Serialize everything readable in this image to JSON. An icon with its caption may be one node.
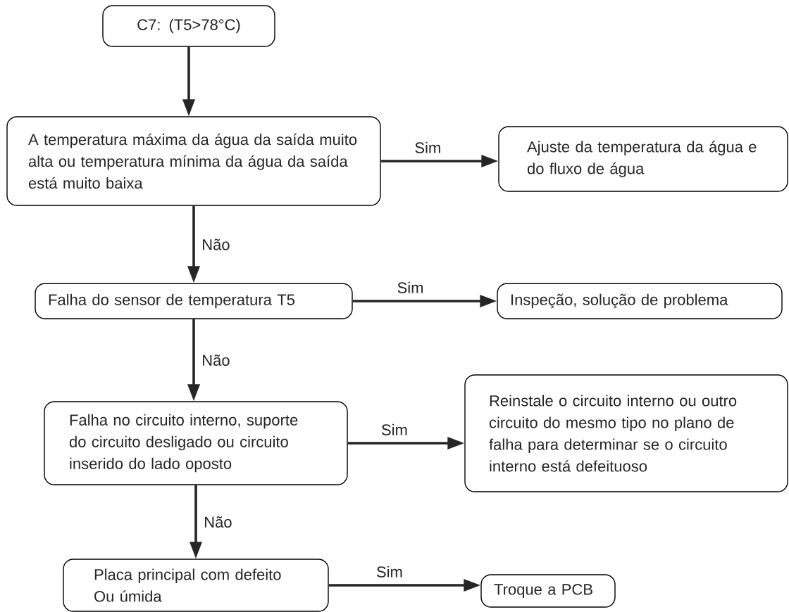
{
  "diagram": {
    "nodes": [
      {
        "text": [
          "C7: (T5>78°C)"
        ]
      },
      {
        "text": [
          "A temperatura máxima da água da saída muito alta ou temperatura mínima da água da saída está muito baixa"
        ]
      },
      {
        "text": [
          "Ajuste da temperatura da água e do fluxo de água"
        ]
      },
      {
        "text": [
          "Falha do sensor de temperatura T5"
        ]
      },
      {
        "text": [
          "Inspeção, solução de problema"
        ]
      },
      {
        "text": [
          "Falha no circuito interno, suporte do circuito desligado ou circuito inserido do lado oposto"
        ]
      },
      {
        "text": [
          "Reinstale o circuito interno ou outro circuito do mesmo tipo no plano de falha para determinar se o circuito interno está defeituoso"
        ]
      },
      {
        "text": [
          "Placa principal com defeito Ou úmida"
        ]
      },
      {
        "text": [
          "Troque a PCB"
        ]
      }
    ],
    "edges": [
      {
        "from": 0,
        "to": 1,
        "arrow": "to"
      },
      {
        "from": 1,
        "to": 2,
        "arrow": "to",
        "label": "Sim"
      },
      {
        "from": 1,
        "to": 3,
        "arrow": "to",
        "label": "Não"
      },
      {
        "from": 3,
        "to": 4,
        "arrow": "to",
        "label": "Sim"
      },
      {
        "from": 3,
        "to": 5,
        "arrow": "to",
        "label": "Não"
      },
      {
        "from": 5,
        "to": 6,
        "arrow": "to",
        "label": "Sim"
      },
      {
        "from": 5,
        "to": 7,
        "arrow": "to",
        "label": "Não"
      },
      {
        "from": 7,
        "to": 8,
        "arrow": "to",
        "label": "Sim"
      }
    ]
  }
}
